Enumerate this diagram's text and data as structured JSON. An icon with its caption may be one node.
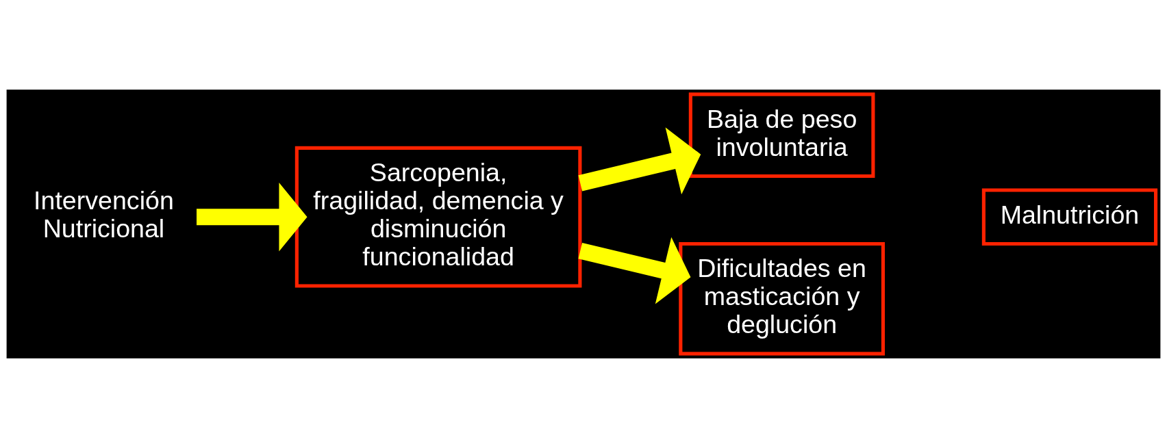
{
  "diagram": {
    "nodes": [
      {
        "text": [
          "Sarcopenia, fragilidad, demencia y disminución funcionalidad"
        ]
      },
      {
        "text": [
          "Baja de peso involuntaria"
        ]
      },
      {
        "text": [
          "Dificultades en masticación y deglución"
        ]
      },
      {
        "text": [
          "Malnutrición"
        ]
      },
      {
        "text": [
          "Intervención Nutricional"
        ]
      }
    ],
    "edges": [
      {
        "from": 4,
        "to": 0,
        "arrow": "to"
      },
      {
        "from": 0,
        "to": 1,
        "arrow": "to"
      },
      {
        "from": 0,
        "to": 2,
        "arrow": "to"
      }
    ]
  }
}
